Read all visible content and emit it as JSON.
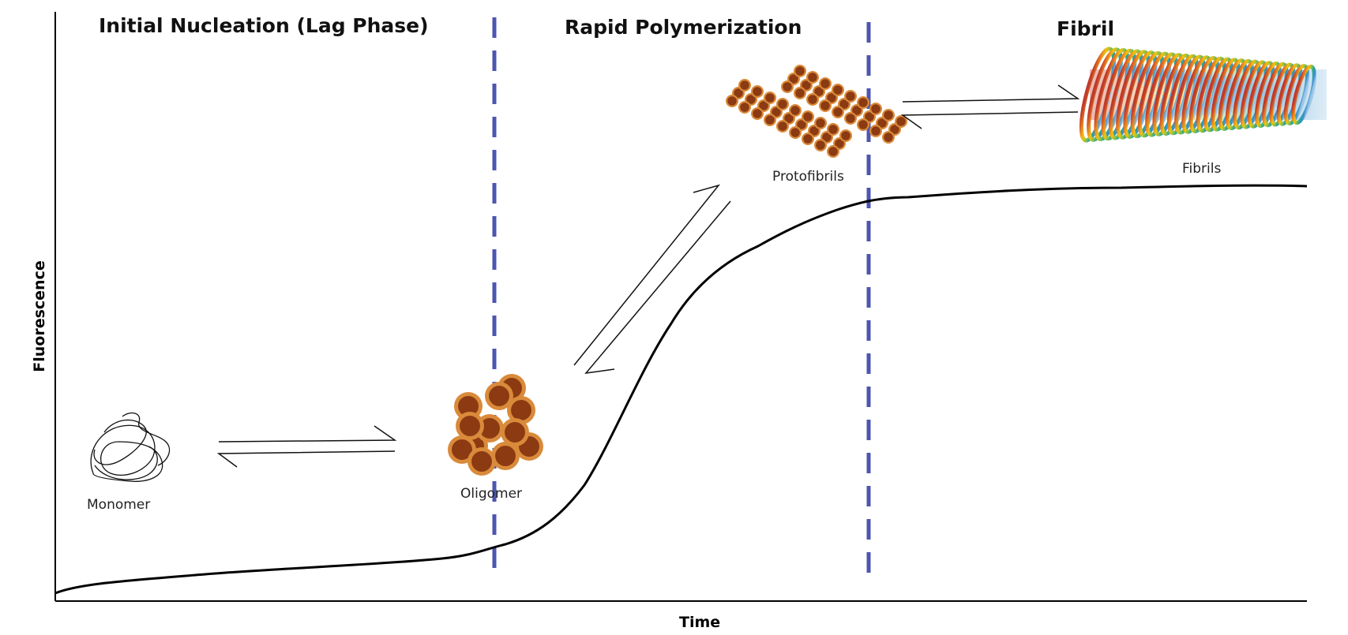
{
  "phases": [
    {
      "title": "Initial Nucleation (Lag Phase)"
    },
    {
      "title": "Rapid Polymerization"
    },
    {
      "title": "Fibril"
    }
  ],
  "species": {
    "monomer": "Monomer",
    "oligomer": "Oligomer",
    "protofibrils": "Protofibrils",
    "fibrils": "Fibrils"
  },
  "axes": {
    "x_title": "Time",
    "y_title": "Fluorescence"
  },
  "colors": {
    "divider": "#4c56b0",
    "curve": "#000000",
    "particle_outer": "#d98a3a",
    "particle_inner": "#8b3a12"
  },
  "icons": {
    "monomer": "tangled-coil-icon",
    "oligomer": "particle-cluster-icon",
    "protofibrils": "particle-chain-icon",
    "fibrils": "rainbow-helix-icon"
  }
}
